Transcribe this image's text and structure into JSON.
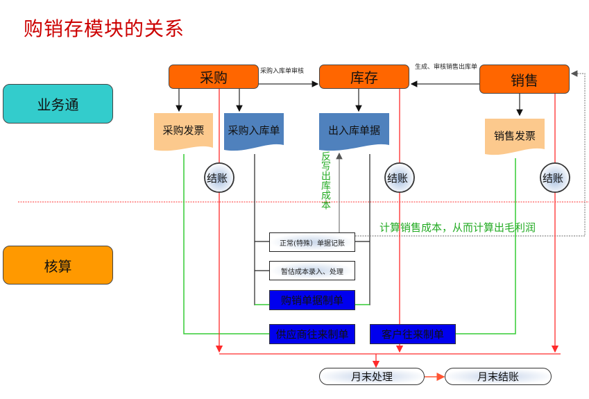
{
  "title": "购销存模块的关系",
  "lanes": {
    "business": "业务通",
    "accounting": "核算"
  },
  "processes": {
    "purchase": "采购",
    "inventory": "库存",
    "sales": "销售"
  },
  "arrow_labels": {
    "purchase_to_inventory": "采购入库单审核",
    "sales_to_inventory": "生成、审核销售出库单"
  },
  "documents": {
    "purchase_invoice": "采购发票",
    "purchase_receipt": "采购入库单",
    "inout_docs": "出入库单据",
    "sales_invoice": "销售发票"
  },
  "checkout_label": "结账",
  "annotations": {
    "write_back_cost": "反写出库成本",
    "calc_cost": "计算销售成本，从而计算出毛利润"
  },
  "accounting_boxes": {
    "posting": "正常(特殊）单据记账",
    "estimate": "暂估成本录入、处理",
    "voucher_purchase_sales": "购销单据制单",
    "voucher_supplier": "供应商往来制单",
    "voucher_customer": "客户往来制单"
  },
  "month_end": {
    "processing": "月末处理",
    "closing": "月末结账"
  },
  "colors": {
    "title": "#cc0000",
    "process": "#ff6600",
    "business_lane": "#33cccc",
    "accounting_lane": "#ff9900",
    "invoice_doc": "#fcc98d",
    "receipt_doc": "#4f81bd",
    "voucher": "#0000ee",
    "red_line": "#ff2a2a",
    "green_line": "#33cc33"
  }
}
